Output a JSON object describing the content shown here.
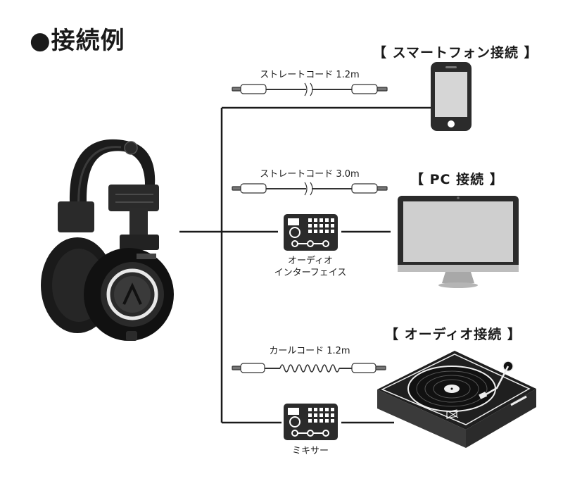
{
  "title": "●接続例",
  "sections": {
    "smartphone": "【 スマートフォン接続 】",
    "pc": "【 PC 接続 】",
    "audio": "【 オーディオ接続 】"
  },
  "cables": {
    "straight_12": "ストレートコード 1.2m",
    "straight_30": "ストレートコード 3.0m",
    "curl_12": "カールコード 1.2m"
  },
  "devices": {
    "audio_interface_line1": "オーディオ",
    "audio_interface_line2": "インターフェイス",
    "mixer": "ミキサー"
  },
  "colors": {
    "line": "#1a1a1a",
    "device_dark": "#2b2b2b",
    "screen": "#cfcfcf",
    "stand": "#b5b5b5"
  }
}
